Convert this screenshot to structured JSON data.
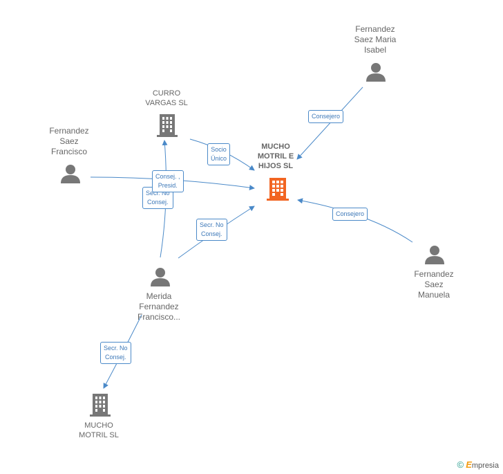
{
  "nodes": {
    "main": {
      "label_1": "MUCHO",
      "label_2": "MOTRIL E",
      "label_3": "HIJOS  SL"
    },
    "curro": {
      "label_1": "CURRO",
      "label_2": "VARGAS SL"
    },
    "maria": {
      "label_1": "Fernandez",
      "label_2": "Saez Maria",
      "label_3": "Isabel"
    },
    "francisco": {
      "label_1": "Fernandez",
      "label_2": "Saez",
      "label_3": "Francisco"
    },
    "manuela": {
      "label_1": "Fernandez",
      "label_2": "Saez",
      "label_3": "Manuela"
    },
    "merida": {
      "label_1": "Merida",
      "label_2": "Fernandez",
      "label_3": "Francisco..."
    },
    "mucho_sl": {
      "label_1": "MUCHO",
      "label_2": "MOTRIL SL"
    }
  },
  "edges": {
    "maria_main": {
      "line_1": "Consejero"
    },
    "curro_main": {
      "line_1": "Socio",
      "line_2": "Único"
    },
    "francisco_main": {
      "line_1": "Consej. ,",
      "line_2": "Presid."
    },
    "merida_curro": {
      "line_1": "Secr.  No",
      "line_2": "Consej."
    },
    "merida_main": {
      "line_1": "Secr.  No",
      "line_2": "Consej."
    },
    "manuela_main": {
      "line_1": "Consejero"
    },
    "merida_mucho_sl": {
      "line_1": "Secr.  No",
      "line_2": "Consej."
    }
  },
  "colors": {
    "edge": "#4a89c8",
    "person": "#777777",
    "company": "#777777",
    "main_company": "#f26522"
  },
  "brand": {
    "copyright": "©",
    "name_e": "E",
    "name_rest": "mpresia"
  }
}
